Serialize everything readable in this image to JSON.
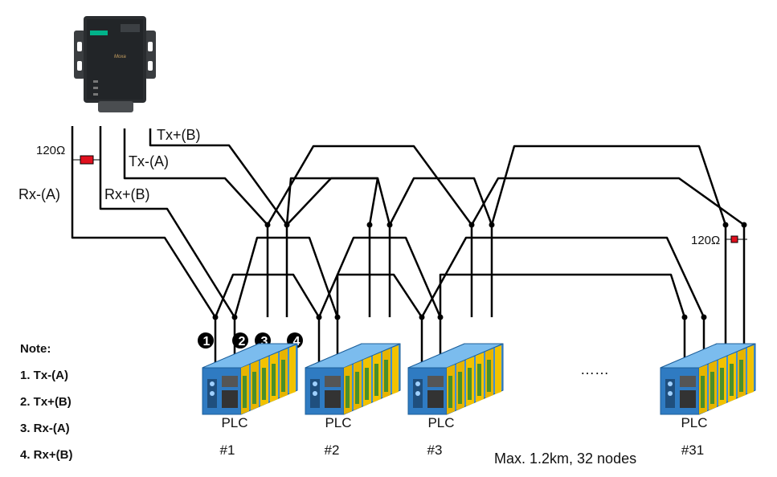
{
  "device": {
    "name": "serial-device-server"
  },
  "wire_labels": {
    "tx_plus": "Tx+(B)",
    "tx_minus": "Tx-(A)",
    "rx_plus": "Rx+(B)",
    "rx_minus": "Rx-(A)"
  },
  "resistors": {
    "start": "120Ω",
    "end": "120Ω"
  },
  "pin_markers": [
    "1",
    "2",
    "3",
    "4"
  ],
  "plcs": [
    {
      "label": "PLC",
      "number": "#1"
    },
    {
      "label": "PLC",
      "number": "#2"
    },
    {
      "label": "PLC",
      "number": "#3"
    },
    {
      "label": "PLC",
      "number": "#31"
    }
  ],
  "ellipsis": "……",
  "note": {
    "title": "Note:",
    "items": [
      "1. Tx-(A)",
      "2. Tx+(B)",
      "3. Rx-(A)",
      "4. Rx+(B)"
    ]
  },
  "caption": "Max. 1.2km, 32 nodes",
  "colors": {
    "wire": "#000000",
    "resistor": "#e0101e",
    "plc_body": "#3f8fd6",
    "plc_module": "#f2c200",
    "device_body": "#2a2d30"
  }
}
